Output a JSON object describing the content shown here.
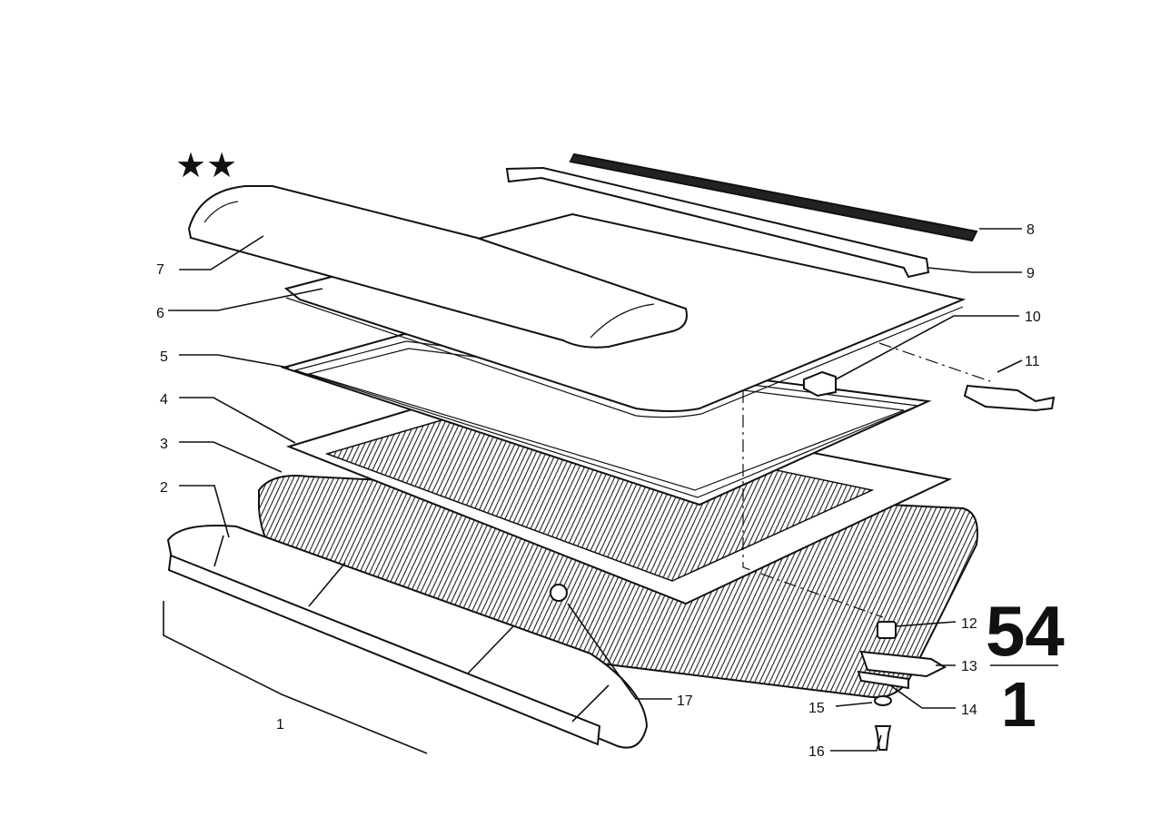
{
  "group": {
    "main": "54",
    "sub": "1"
  },
  "stars": "★★",
  "callouts": [
    {
      "id": "1",
      "text": "1"
    },
    {
      "id": "2",
      "text": "2"
    },
    {
      "id": "3",
      "text": "3"
    },
    {
      "id": "4",
      "text": "4"
    },
    {
      "id": "5",
      "text": "5"
    },
    {
      "id": "6",
      "text": "6"
    },
    {
      "id": "7",
      "text": "7"
    },
    {
      "id": "8",
      "text": "8"
    },
    {
      "id": "9",
      "text": "9"
    },
    {
      "id": "10",
      "text": "10"
    },
    {
      "id": "11",
      "text": "11"
    },
    {
      "id": "12",
      "text": "12"
    },
    {
      "id": "13",
      "text": "13"
    },
    {
      "id": "14",
      "text": "14"
    },
    {
      "id": "15",
      "text": "15"
    },
    {
      "id": "16",
      "text": "16"
    },
    {
      "id": "17",
      "text": "17"
    }
  ]
}
